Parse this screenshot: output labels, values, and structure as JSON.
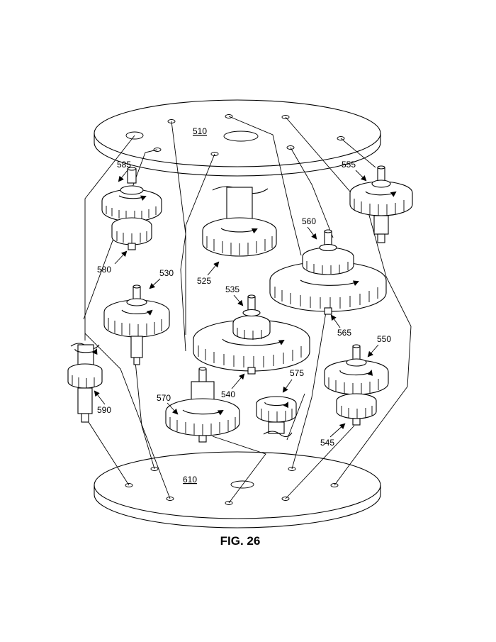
{
  "figure": {
    "caption": "FIG. 26",
    "plates": [
      {
        "id": "top-plate",
        "label": "510"
      },
      {
        "id": "bottom-plate",
        "label": "610"
      }
    ],
    "labels": {
      "g585": "585",
      "g580": "580",
      "g530": "530",
      "g525": "525",
      "g535": "535",
      "g560": "560",
      "g565": "565",
      "g555": "555",
      "g550": "550",
      "g545": "545",
      "g570": "570",
      "g540": "540",
      "g575": "575",
      "g590": "590"
    }
  }
}
